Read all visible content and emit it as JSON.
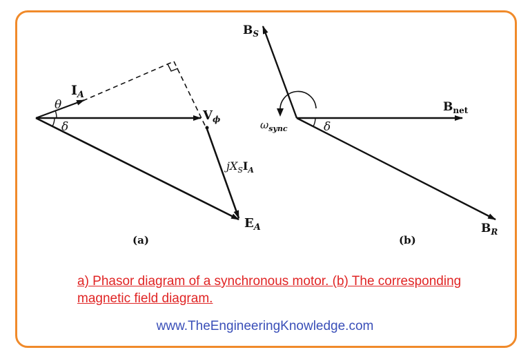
{
  "diagram_a": {
    "label_IA_main": "I",
    "label_IA_sub": "A",
    "label_theta": "θ",
    "label_delta": "δ",
    "label_Vphi_main": "V",
    "label_Vphi_sub": "ϕ",
    "label_jXsIa": "jX",
    "label_jXsIa_sub1": "S",
    "label_jXsIa_mid": "I",
    "label_jXsIa_sub2": "A",
    "label_EA_main": "E",
    "label_EA_sub": "A",
    "panel_label": "(a)"
  },
  "diagram_b": {
    "label_BS_main": "B",
    "label_BS_sub": "S",
    "label_Bnet_main": "B",
    "label_Bnet_sub": "net",
    "label_BR_main": "B",
    "label_BR_sub": "R",
    "label_omega_main": "ω",
    "label_omega_sub": "sync",
    "label_delta": "δ",
    "panel_label": "(b)"
  },
  "caption": " a) Phasor diagram of a synchronous motor. (b) The corresponding magnetic field diagram.",
  "website": "www.TheEngineeringKnowledge.com",
  "colors": {
    "border": "#f08a2a",
    "caption": "#e02424",
    "website": "#3a4fb8",
    "lines": "#111111"
  }
}
